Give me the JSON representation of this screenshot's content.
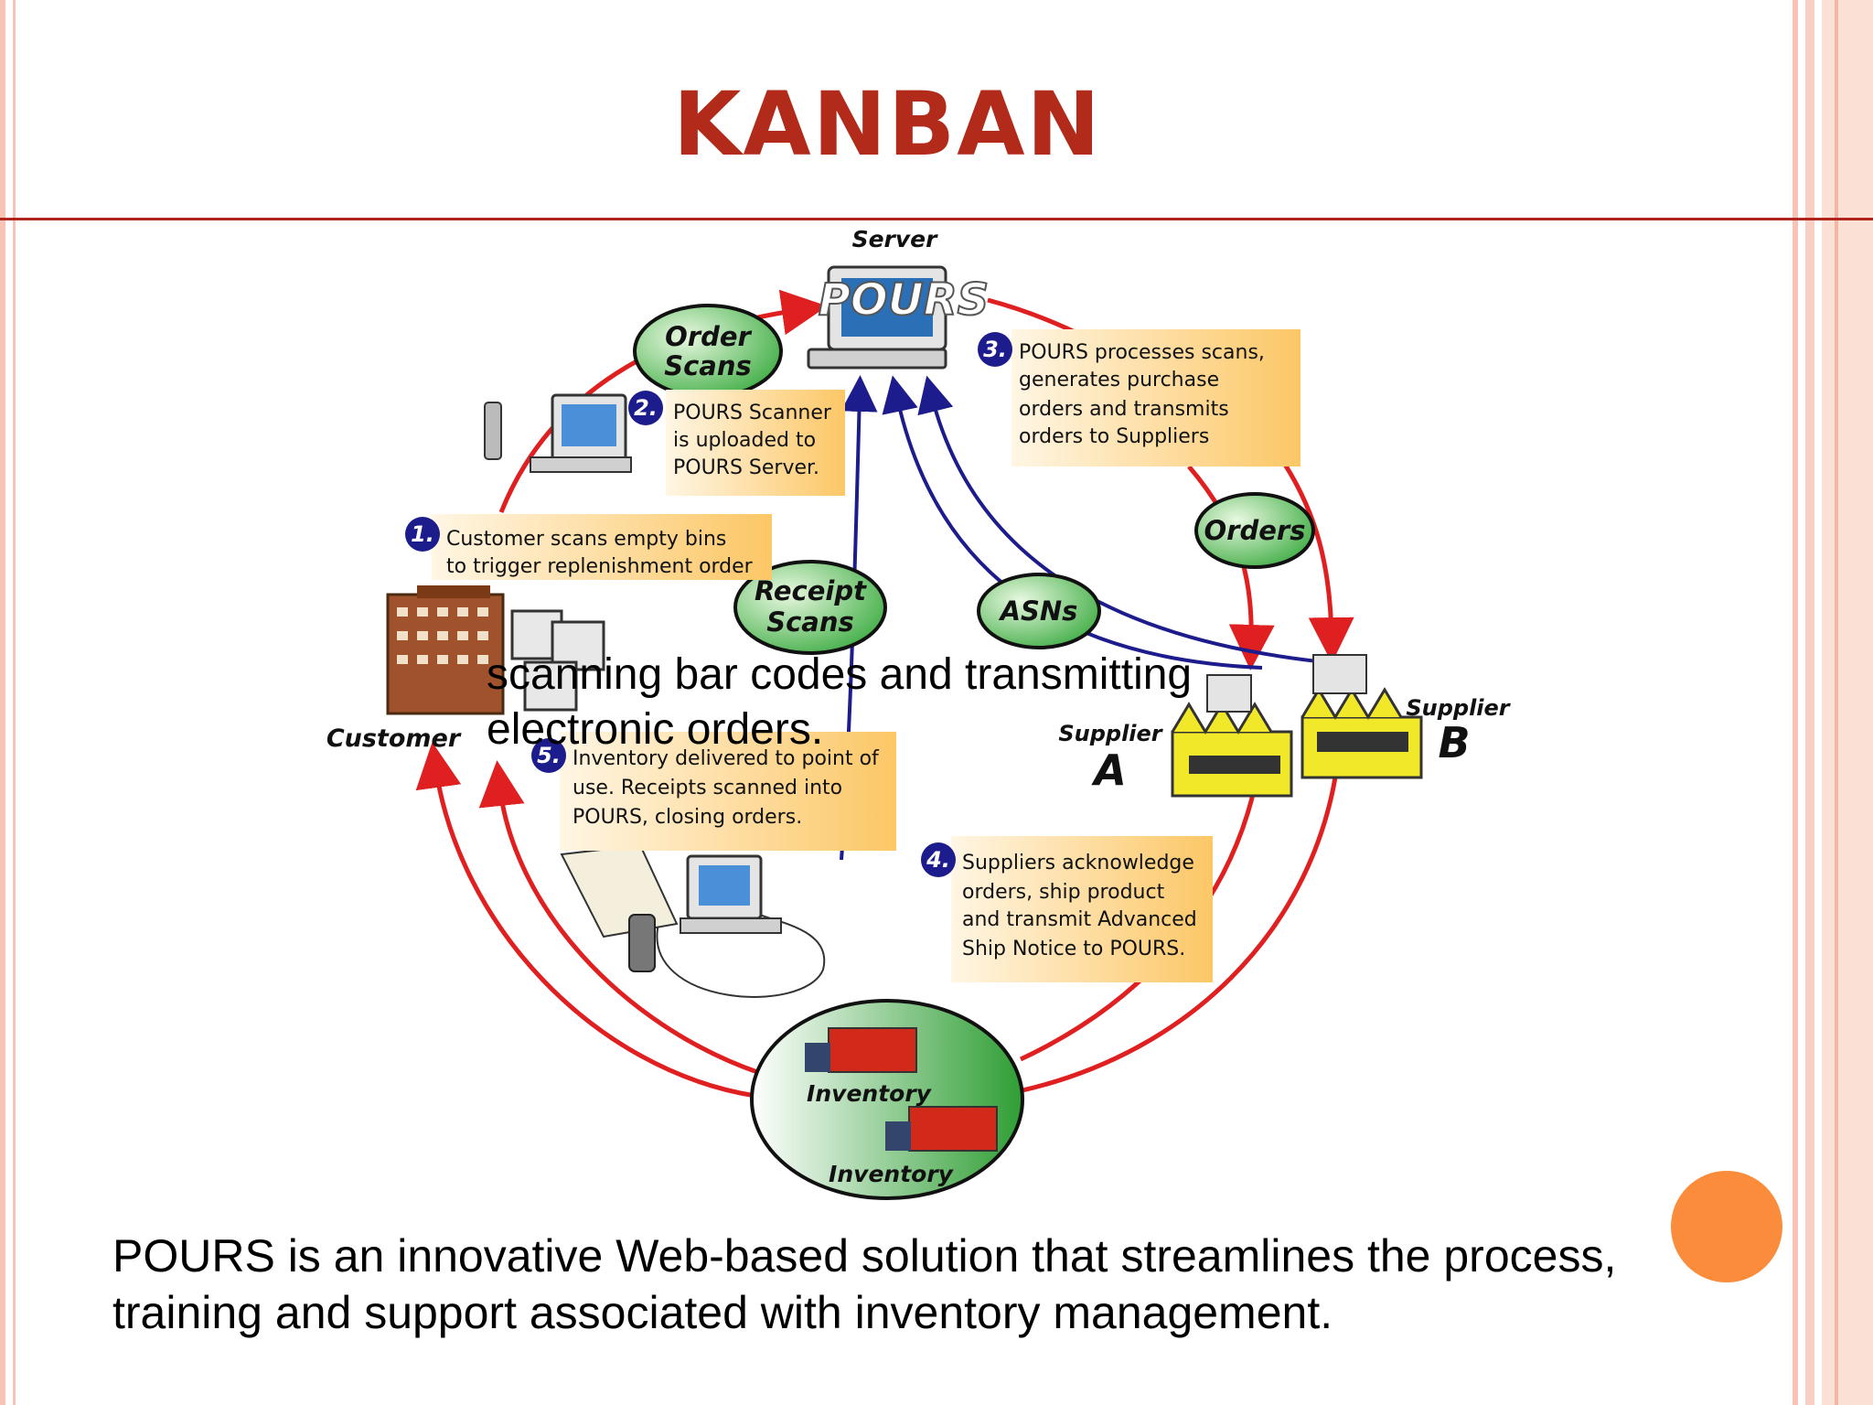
{
  "slide": {
    "title": "KANBAN",
    "overlay_text": "scanning bar codes and transmitting electronic orders.",
    "caption": "POURS is an innovative Web-based solution that streamlines the process, training and support associated with inventory management."
  },
  "diagram": {
    "server_label": "Server",
    "server_logo": "POURS",
    "order_scans": [
      "Order",
      "Scans"
    ],
    "receipt_scans": [
      "Receipt",
      "Scans"
    ],
    "asns": "ASNs",
    "orders": "Orders",
    "inventory_top": "Inventory",
    "inventory_bottom": "Inventory",
    "customer": "Customer",
    "supplier_a": [
      "Supplier",
      "A"
    ],
    "supplier_b": [
      "Supplier",
      "B"
    ],
    "steps": [
      {
        "num": "1.",
        "lines": [
          "Customer scans empty bins",
          "to trigger replenishment order"
        ]
      },
      {
        "num": "2.",
        "lines": [
          "POURS Scanner",
          "is uploaded to",
          "POURS Server."
        ]
      },
      {
        "num": "3.",
        "lines": [
          "POURS processes scans,",
          "generates purchase",
          "orders and transmits",
          "orders to Suppliers"
        ]
      },
      {
        "num": "4.",
        "lines": [
          "Suppliers acknowledge",
          "orders, ship product",
          "and transmit Advanced",
          "Ship Notice to POURS."
        ]
      },
      {
        "num": "5.",
        "lines": [
          "Inventory delivered to point of",
          "use. Receipts scanned into",
          "POURS, closing orders."
        ]
      }
    ]
  },
  "colors": {
    "title": "#b22a1a",
    "accent_orange": "#fb8c3c",
    "flow_red": "#e02020",
    "flow_blue": "#1c1c8c",
    "bubble_green": "#3cb043",
    "box_yellow": "#fdd58a"
  }
}
